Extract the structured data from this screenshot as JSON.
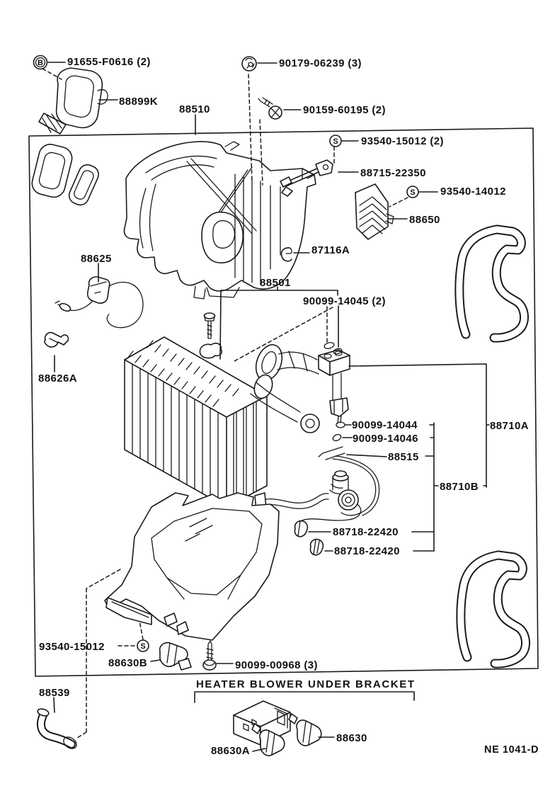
{
  "diagram": {
    "figure_code": "NE 1041-D",
    "section_title": "HEATER BLOWER UNDER BRACKET",
    "marker_b": "B",
    "marker_s": "S",
    "colors": {
      "line": "#1a1a1a",
      "background": "#ffffff",
      "text": "#111111"
    },
    "callouts": {
      "l91655": "91655-F0616 (2)",
      "l88899K": "88899K",
      "l88510": "88510",
      "l90179": "90179-06239 (3)",
      "l90159": "90159-60195 (2)",
      "l93540_15012_2": "93540-15012 (2)",
      "l88715": "88715-22350",
      "l93540_14012": "93540-14012",
      "l88650": "88650",
      "l87116A": "87116A",
      "l88625": "88625",
      "l88626A": "88626A",
      "l88501": "88501",
      "l90099_14045": "90099-14045 (2)",
      "l90099_14044": "90099-14044",
      "l90099_14046": "90099-14046",
      "l88515": "88515",
      "l88710A": "88710A",
      "l88710B": "88710B",
      "l88718_1": "88718-22420",
      "l88718_2": "88718-22420",
      "l93540_15012": "93540-15012",
      "l88630B": "88630B",
      "l90099_00968": "90099-00968 (3)",
      "l88539": "88539",
      "l88630": "88630",
      "l88630A": "88630A"
    }
  }
}
